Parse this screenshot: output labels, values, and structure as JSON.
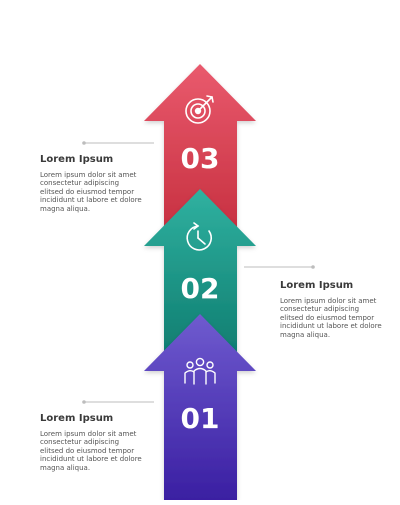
{
  "stock_id": "#981972472",
  "colors": {
    "step_03": [
      "#e95a6d",
      "#c62f3f"
    ],
    "step_02": [
      "#30b1a0",
      "#0e7c6f"
    ],
    "step_01": [
      "#6f5bcf",
      "#3a1fa2"
    ]
  },
  "steps": [
    {
      "number": "03",
      "icon": "target-icon",
      "title": "Lorem Ipsum",
      "body": "Lorem ipsum dolor sit amet\nconsectetur adipiscing\nelitsed do eiusmod tempor\nincididunt ut labore et dolore\nmagna aliqua."
    },
    {
      "number": "02",
      "icon": "clock-icon",
      "title": "Lorem Ipsum",
      "body": "Lorem ipsum dolor sit amet\nconsectetur adipiscing\nelitsed do eiusmod tempor\nincididunt ut labore et dolore\nmagna aliqua."
    },
    {
      "number": "01",
      "icon": "team-icon",
      "title": "Lorem Ipsum",
      "body": "Lorem ipsum dolor sit amet\nconsectetur adipiscing\nelitsed do eiusmod tempor\nincididunt ut labore et dolore\nmagna aliqua."
    }
  ]
}
